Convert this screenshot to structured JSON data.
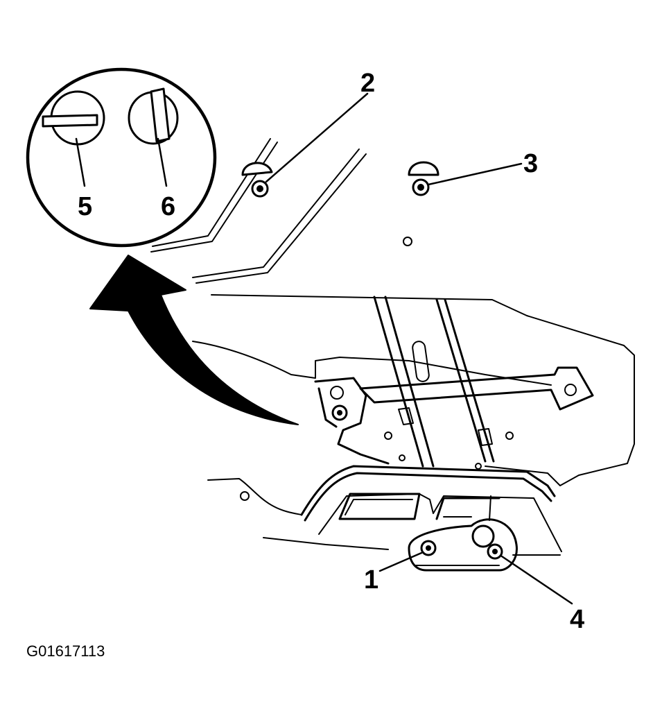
{
  "figure_id": "G01617113",
  "callouts": {
    "c1": "1",
    "c2": "2",
    "c3": "3",
    "c4": "4",
    "c5": "5",
    "c6": "6"
  },
  "detail_inset": {
    "left_fastener": "5",
    "right_fastener": "6"
  }
}
